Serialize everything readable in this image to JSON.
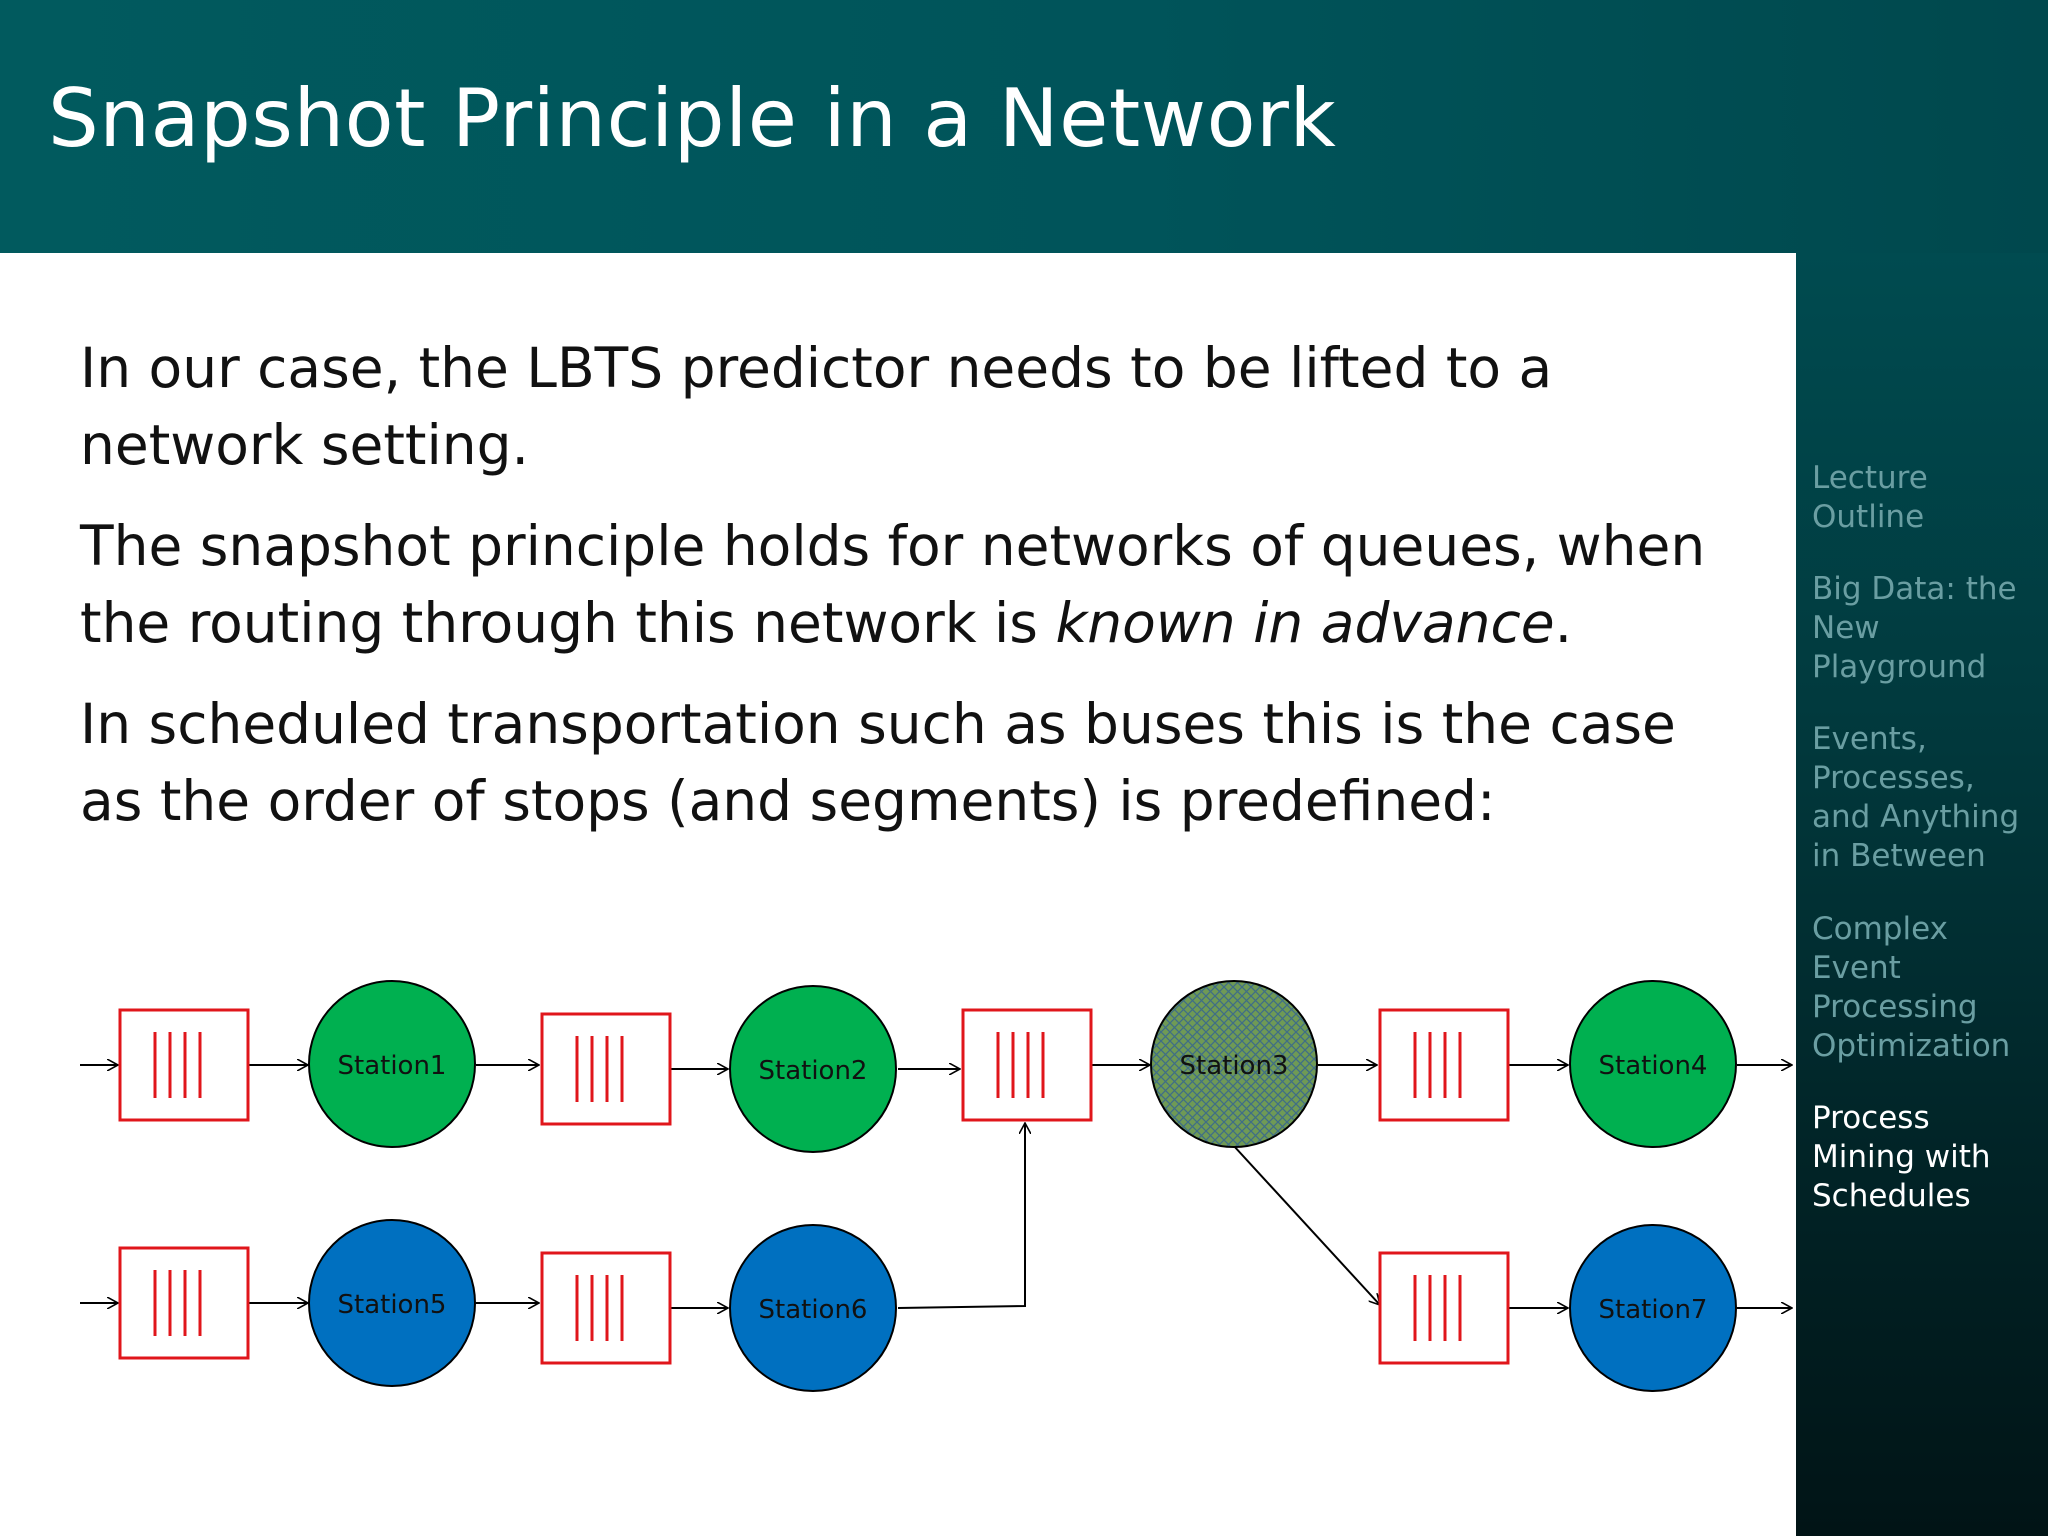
{
  "slide": {
    "title": "Snapshot Principle in a Network",
    "paragraphs": [
      {
        "text": "In our case, the LBTS predictor needs to be lifted to a network setting."
      },
      {
        "before": "The snapshot principle holds for networks of queues, when the routing through this network is ",
        "emphasis": "known in advance",
        "after": "."
      },
      {
        "text": "In scheduled transportation such as buses this is the case as the order of stops (and segments) is predefined:"
      }
    ]
  },
  "sidebar": {
    "items": [
      {
        "label": "Lecture Outline",
        "active": false
      },
      {
        "label": "Big Data: the New Playground",
        "active": false
      },
      {
        "label": "Events, Processes, and Anything in Between",
        "active": false
      },
      {
        "label": "Complex Event Processing Optimization",
        "active": false
      },
      {
        "label": "Process Mining with Schedules",
        "active": true
      }
    ]
  },
  "diagram": {
    "stations": [
      {
        "label": "Station1",
        "color": "#00b050"
      },
      {
        "label": "Station2",
        "color": "#00b050"
      },
      {
        "label": "Station3",
        "color": "#7aa05a",
        "pattern": "crosshatch"
      },
      {
        "label": "Station4",
        "color": "#00b050"
      },
      {
        "label": "Station5",
        "color": "#0070c0"
      },
      {
        "label": "Station6",
        "color": "#0070c0"
      },
      {
        "label": "Station7",
        "color": "#0070c0"
      }
    ],
    "queue_color": "#e0161b"
  }
}
